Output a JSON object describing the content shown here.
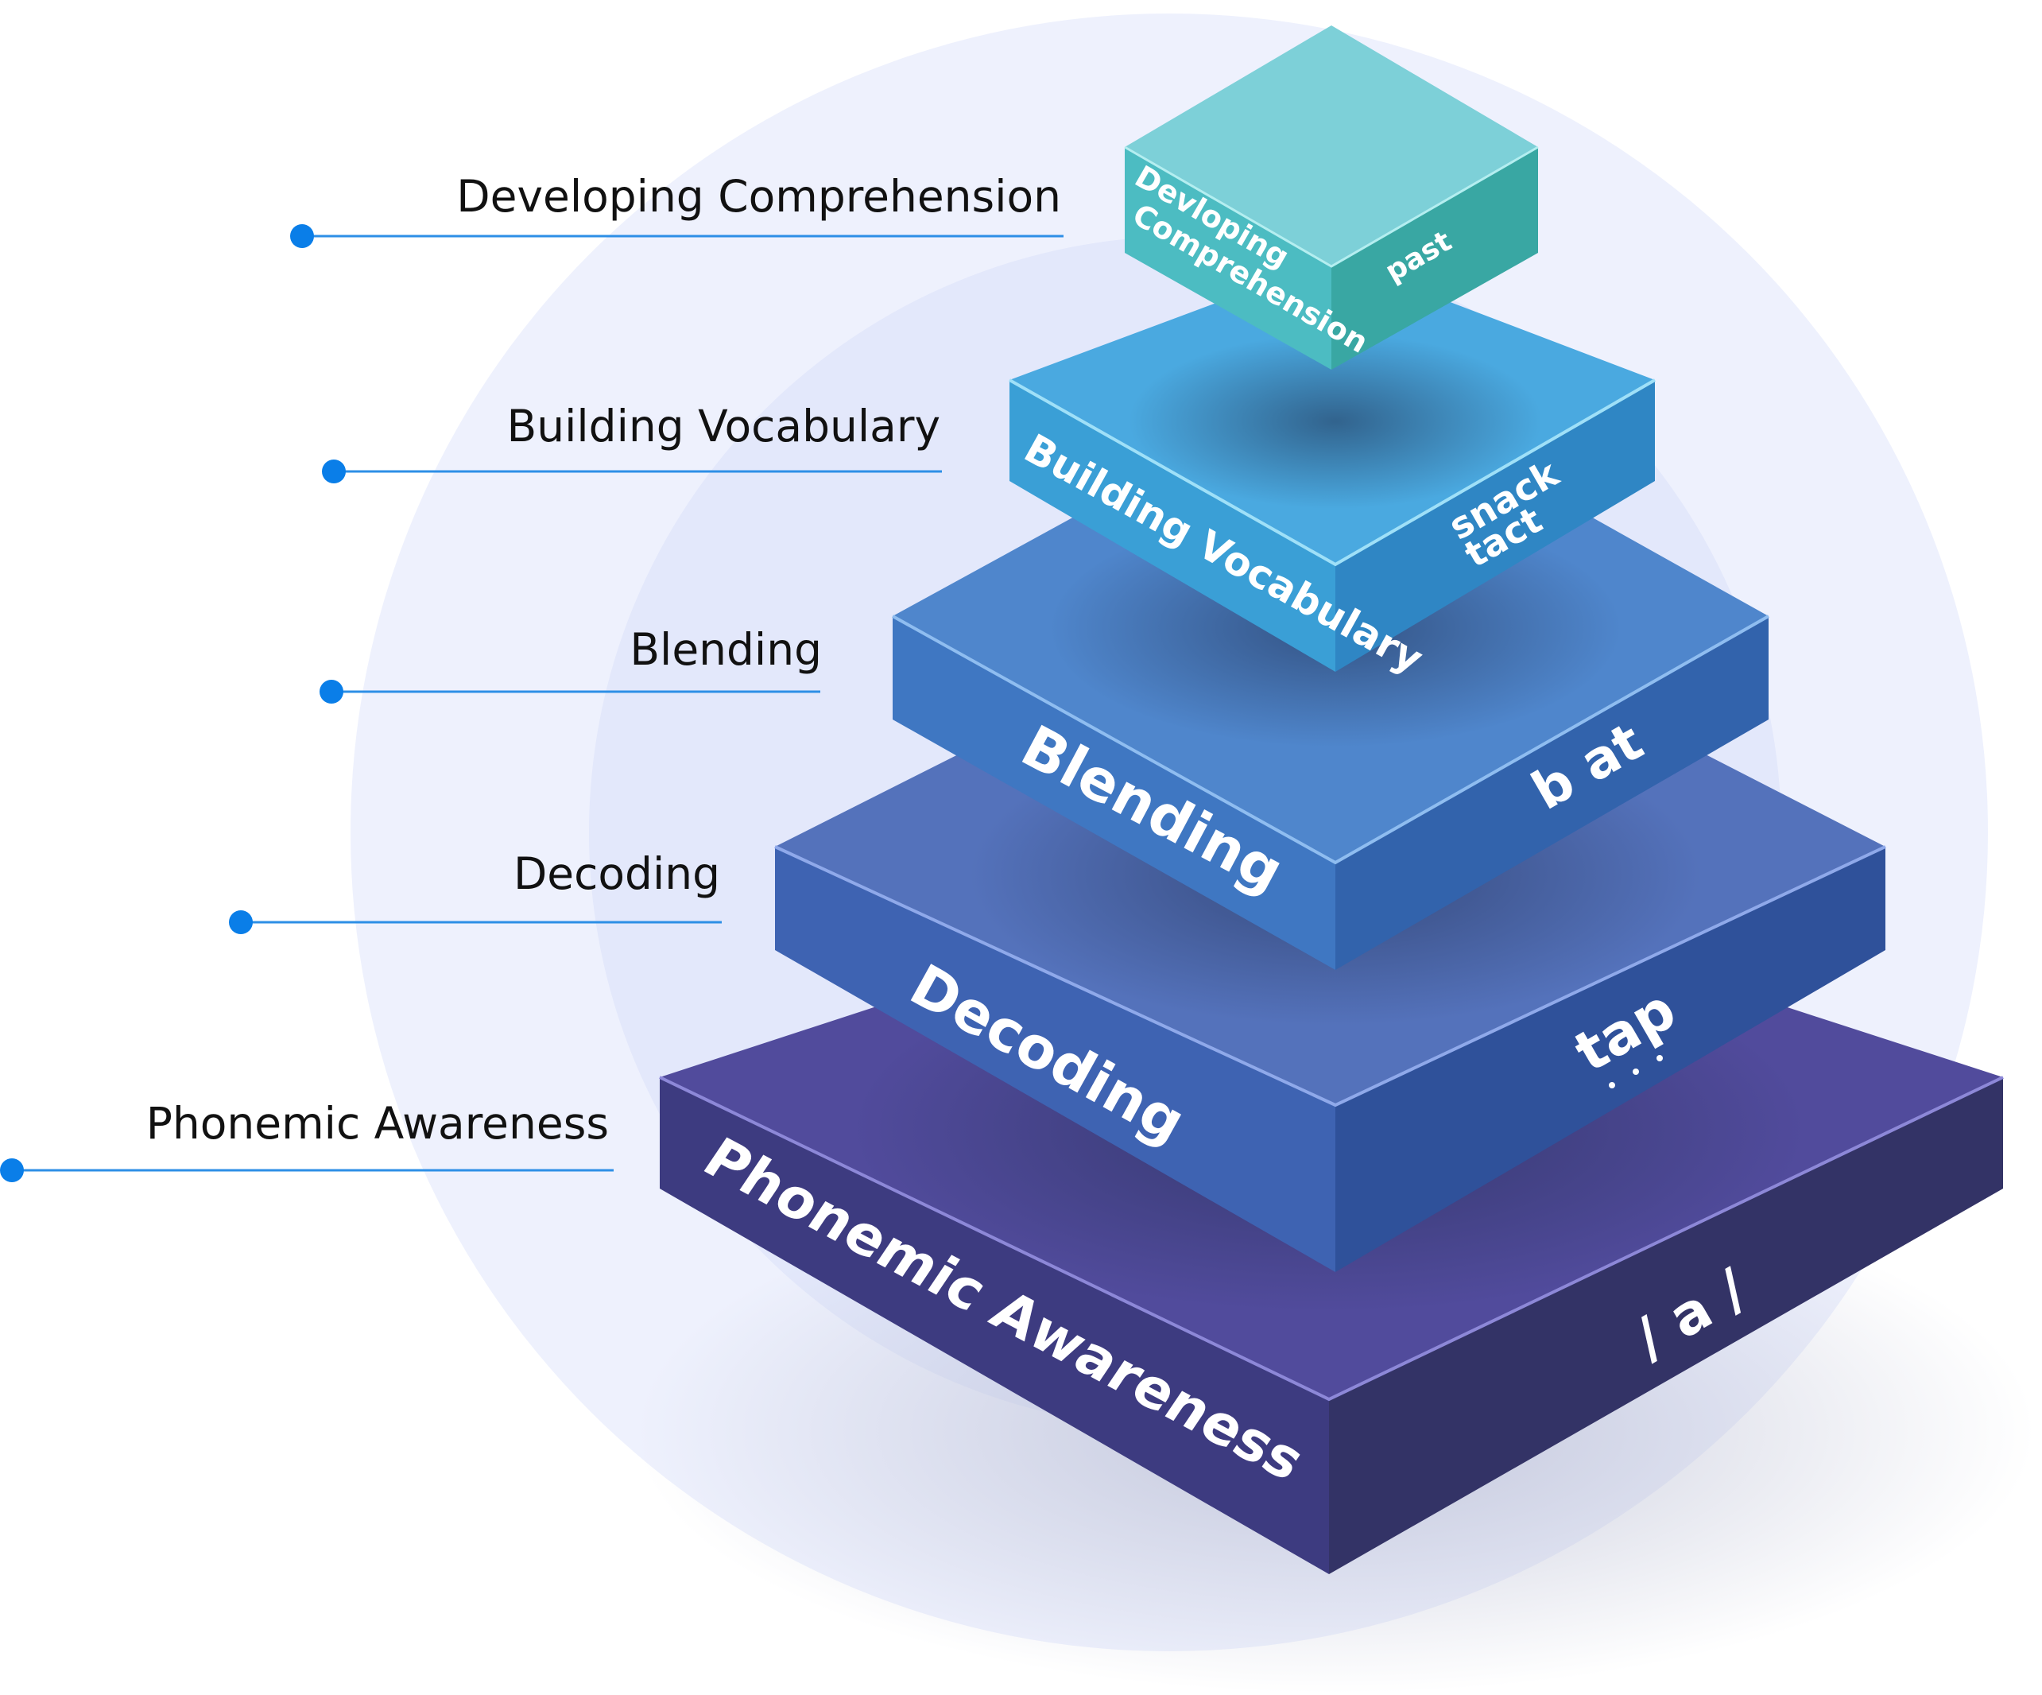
{
  "colors": {
    "accent": "#0a7ee8",
    "line": "#2d8fe6",
    "outer_circle": "#eef1fd",
    "inner_circle": "#e3e8fb"
  },
  "levels": [
    {
      "callout": "Developing Comprehension",
      "face_title_line1": "Devloping",
      "face_title_line2": "Comprehension",
      "example": "past",
      "colors": {
        "top": "#7dd0d8",
        "left": "#4cbcc2",
        "right": "#39a7a3"
      }
    },
    {
      "callout": "Building Vocabulary",
      "face_title": "Building Vocabulary",
      "example_line1": "snack",
      "example_line2": "tact",
      "colors": {
        "top": "#4aa9e0",
        "left": "#3a9fd6",
        "right": "#2f86c4"
      }
    },
    {
      "callout": "Blending",
      "face_title": "Blending",
      "example": "b at",
      "colors": {
        "top": "#4f86cc",
        "left": "#3f77c2",
        "right": "#3263ac"
      }
    },
    {
      "callout": "Decoding",
      "face_title": "Decoding",
      "example": "tap",
      "colors": {
        "top": "#5472bb",
        "left": "#3e63b2",
        "right": "#2f519a"
      }
    },
    {
      "callout": "Phonemic Awareness",
      "face_title": "Phonemic Awareness",
      "example": "/ a /",
      "colors": {
        "top": "#514b9c",
        "left": "#3d3b80",
        "right": "#333366"
      }
    }
  ]
}
